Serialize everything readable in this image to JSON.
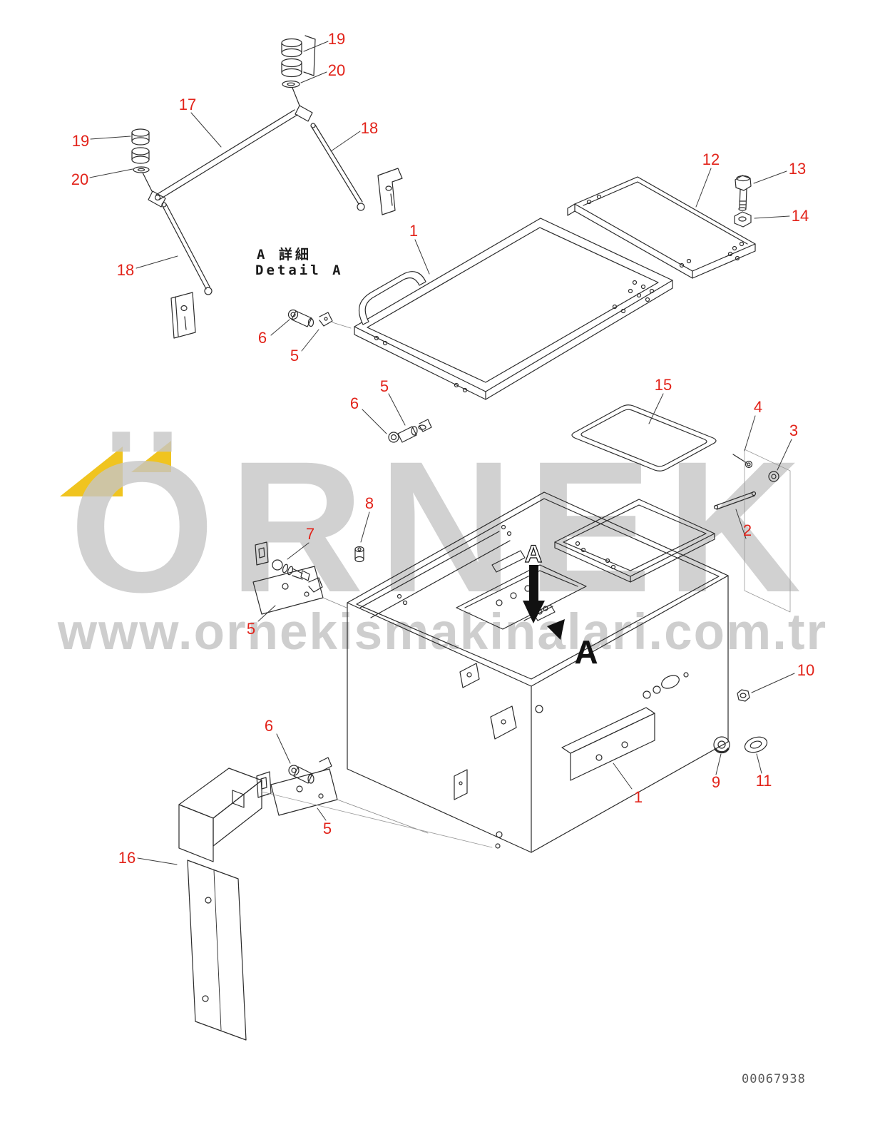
{
  "watermark": {
    "brand": "ÖRNEK",
    "url": "www.ornekismakinalari.com.tr",
    "brand_color": "#c6c6c6",
    "logo_yellow": "#f0c41f"
  },
  "detail_label": {
    "jp": "A 詳細",
    "en": "Detail A"
  },
  "view_marker": {
    "letter": "A"
  },
  "doc_number": "00067938",
  "style": {
    "callout_red": "#e2231a",
    "line_color": "#2b2b2b"
  },
  "callouts": [
    {
      "part": "19",
      "text": "19"
    },
    {
      "part": "20",
      "text": "20"
    },
    {
      "part": "17",
      "text": "17"
    },
    {
      "part": "18",
      "text": "18"
    },
    {
      "part": "19",
      "text": "19"
    },
    {
      "part": "20",
      "text": "20"
    },
    {
      "part": "12",
      "text": "12"
    },
    {
      "part": "13",
      "text": "13"
    },
    {
      "part": "14",
      "text": "14"
    },
    {
      "part": "1",
      "text": "1"
    },
    {
      "part": "18",
      "text": "18"
    },
    {
      "part": "6",
      "text": "6"
    },
    {
      "part": "5",
      "text": "5"
    },
    {
      "part": "5",
      "text": "5"
    },
    {
      "part": "6",
      "text": "6"
    },
    {
      "part": "15",
      "text": "15"
    },
    {
      "part": "4",
      "text": "4"
    },
    {
      "part": "3",
      "text": "3"
    },
    {
      "part": "8",
      "text": "8"
    },
    {
      "part": "7",
      "text": "7"
    },
    {
      "part": "2",
      "text": "2"
    },
    {
      "part": "5",
      "text": "5"
    },
    {
      "part": "10",
      "text": "10"
    },
    {
      "part": "6",
      "text": "6"
    },
    {
      "part": "9",
      "text": "9"
    },
    {
      "part": "11",
      "text": "11"
    },
    {
      "part": "1",
      "text": "1"
    },
    {
      "part": "5",
      "text": "5"
    },
    {
      "part": "16",
      "text": "16"
    }
  ]
}
